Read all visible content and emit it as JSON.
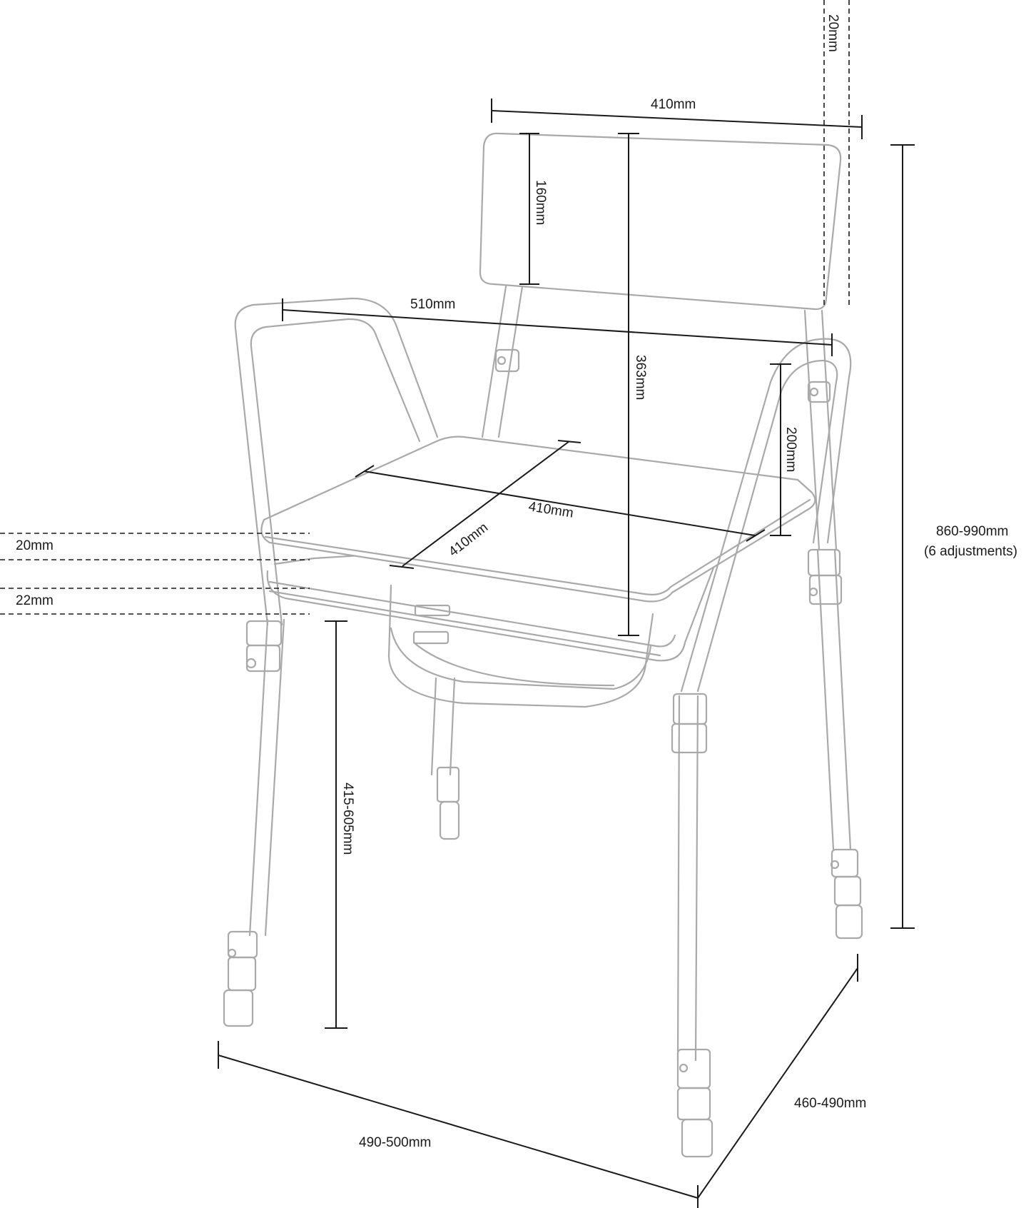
{
  "labels": {
    "backrest_offset": "20mm",
    "backrest_width": "410mm",
    "backrest_height": "160mm",
    "arm_width": "510mm",
    "back_to_seat": "363mm",
    "arm_height": "200mm",
    "seat_width": "410mm",
    "seat_depth": "410mm",
    "seat_thickness": "20mm",
    "frame_gap": "22mm",
    "overall_height": "860-990mm",
    "overall_height_note": "(6 adjustments)",
    "seat_height": "415-605mm",
    "footprint_width": "490-500mm",
    "footprint_depth": "460-490mm"
  }
}
